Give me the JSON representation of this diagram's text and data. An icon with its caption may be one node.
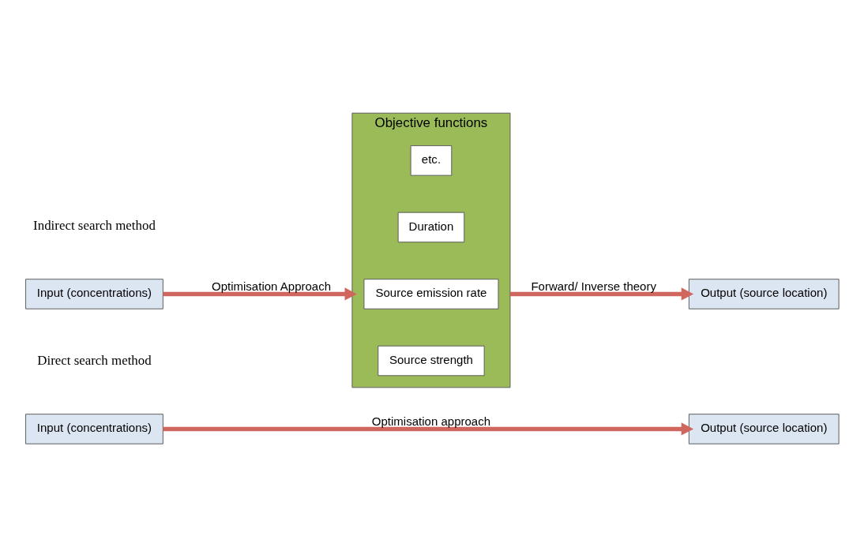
{
  "diagram": {
    "nodes": [
      {
        "text": [
          "Input (concentrations)"
        ]
      },
      {
        "text": [
          "Objective functions"
        ]
      },
      {
        "text": [
          "Source strength"
        ],
        "in": 1
      },
      {
        "text": [
          "Source emission rate"
        ],
        "in": 1
      },
      {
        "text": [
          "Duration"
        ],
        "in": 1
      },
      {
        "text": [
          "etc."
        ],
        "in": 1
      },
      {
        "text": [
          "Output (source location)"
        ]
      },
      {
        "text": [
          "Input (concentrations)"
        ]
      },
      {
        "text": [
          "Output (source location)"
        ]
      }
    ],
    "edges": [
      {
        "from": 0,
        "to": 1,
        "arrow": "to",
        "label": "Optimisation Approach"
      },
      {
        "from": 1,
        "to": 6,
        "arrow": "to",
        "label": "Forward/ Inverse theory"
      },
      {
        "from": 7,
        "to": 8,
        "arrow": "to",
        "label": "Optimisation approach"
      }
    ],
    "labels": [
      "Indirect search method",
      "Direct search method"
    ]
  }
}
